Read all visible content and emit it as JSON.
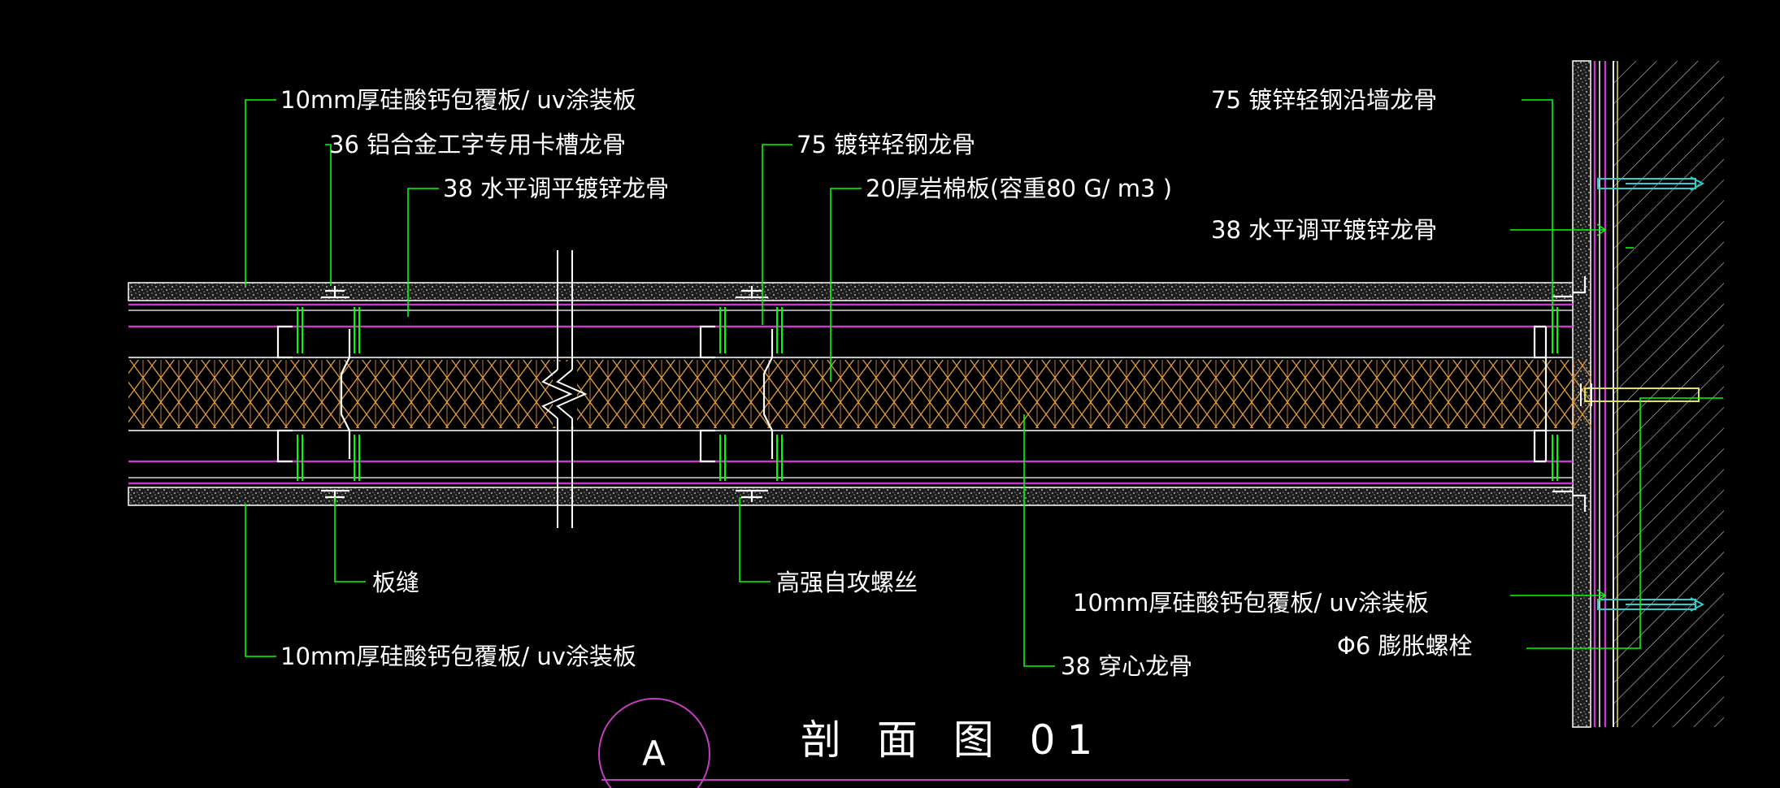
{
  "colors": {
    "background": "#000000",
    "leader": "#00ff00",
    "profile": "#ffffff",
    "magenta": "#c23ec2",
    "insulation": "#e09a40",
    "board": "#8a8a8a",
    "wall_hatch": "#c8c8c8",
    "bolt": "#33cccc"
  },
  "labels": {
    "top_board": "10mm厚硅酸钙包覆板/ uv涂装板",
    "t_keel": "36 铝合金工字专用卡槽龙骨",
    "level_keel_left": "38 水平调平镀锌龙骨",
    "steel_keel": "75 镀锌轻钢龙骨",
    "rock_wool": "20厚岩棉板(容重80 G/ m3 )",
    "wall_keel": "75 镀锌轻钢沿墙龙骨",
    "level_keel_right": "38 水平调平镀锌龙骨",
    "joint": "板缝",
    "screw": "高强自攻螺丝",
    "bottom_board_right": "10mm厚硅酸钙包覆板/ uv涂装板",
    "bolt": "Φ6 膨胀螺栓",
    "bottom_board_left": "10mm厚硅酸钙包覆板/ uv涂装板",
    "through_keel": "38 穿心龙骨"
  },
  "title": {
    "name": "剖 面 图 01",
    "section_mark": "A"
  }
}
